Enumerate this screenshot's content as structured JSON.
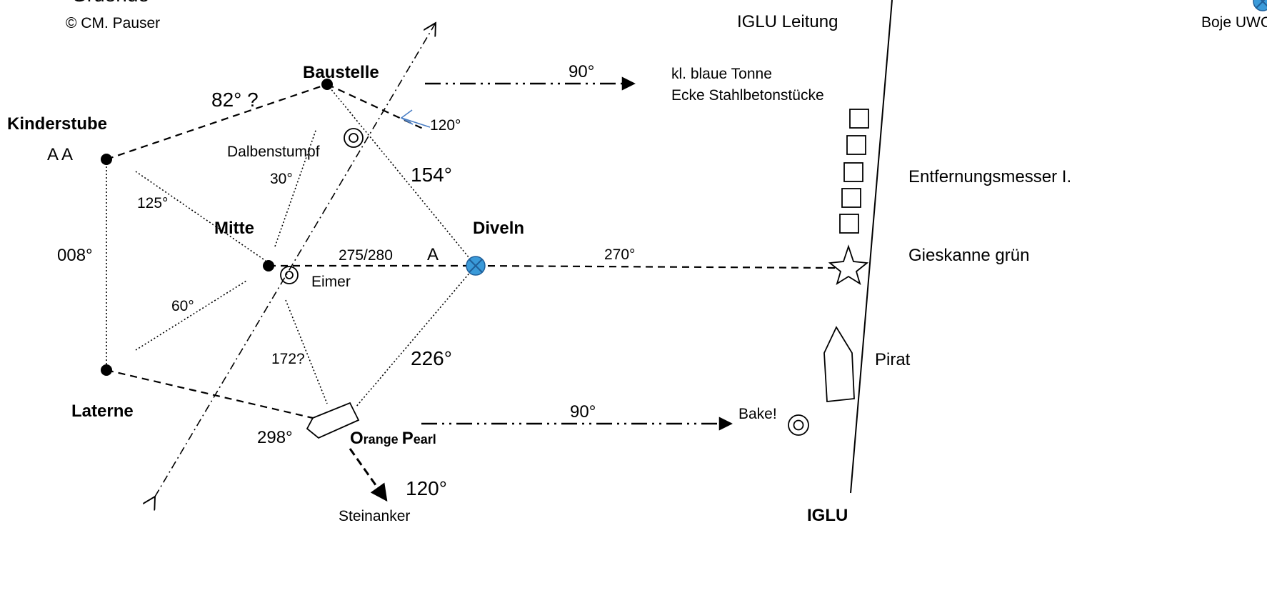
{
  "copyright": "© CM. Pauser",
  "top_left_cut_text": "Gruende",
  "labels": {
    "iglu_leitung": "IGLU Leitung",
    "boje_uwc": "Boje UWC",
    "baustelle": "Baustelle",
    "kinderstube": "Kinderstube",
    "kinderstube_marks": "A A",
    "mitte": "Mitte",
    "diveln": "Diveln",
    "laterne": "Laterne",
    "orange_pearl_o": "O",
    "orange_pearl_rest1": "range ",
    "orange_pearl_p": "P",
    "orange_pearl_rest2": "earl",
    "steinanker": "Steinanker",
    "iglu": "IGLU",
    "dalbenstumpf": "Dalbenstumpf",
    "eimer": "Eimer",
    "kl_blaue_tonne": "kl. blaue Tonne",
    "ecke_stahlbeton": "Ecke Stahlbetonstücke",
    "entfernungsmesser": "Entfernungsmesser I.",
    "gieskanne": "Gieskanne grün",
    "pirat": "Pirat",
    "bake": "Bake!",
    "diveln_mark": "A"
  },
  "bearings": {
    "baustelle_kinderstube": "82° ?",
    "baustelle_east": "90°",
    "baustelle_diveln": "154°",
    "baustelle_120": "120°",
    "kinderstube_laterne": "008°",
    "mitte_30": "30°",
    "mitte_125": "125°",
    "mitte_60": "60°",
    "mitte_diveln": "275/280",
    "diveln_gieskanne": "270°",
    "mitte_172": "172?",
    "diveln_orange": "226°",
    "laterne_orange": "298°",
    "orange_east": "90°",
    "orange_steinanker": "120°"
  },
  "colors": {
    "buoy_fill": "#3a9ad9",
    "buoy_stroke": "#1f5f99",
    "arrow_blue": "#4a7ec4"
  },
  "icons": {
    "buoy": "circle-cross-icon",
    "marker": "concentric-circles-icon",
    "box": "square-icon",
    "star": "star-icon",
    "boat": "boat-icon"
  }
}
